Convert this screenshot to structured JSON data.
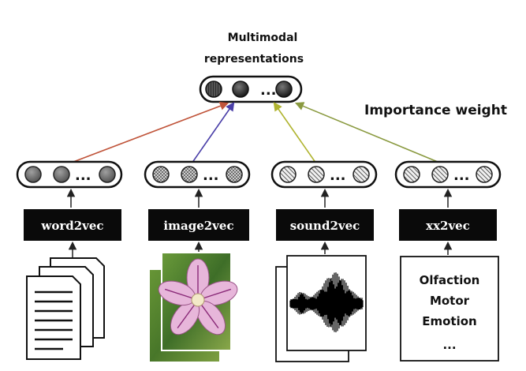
{
  "top": {
    "title_line1": "Multimodal",
    "title_line2": "representations",
    "ellipsis": "..."
  },
  "weight_label": "Importance weight",
  "modalities": [
    {
      "id": "word",
      "encoder": "word2vec",
      "node_style": "solid",
      "ellipsis": "...",
      "arrow_color": "#c0543a"
    },
    {
      "id": "image",
      "encoder": "image2vec",
      "node_style": "crosshatch",
      "ellipsis": "...",
      "arrow_color": "#4a3fa8"
    },
    {
      "id": "sound",
      "encoder": "sound2vec",
      "node_style": "hatch",
      "ellipsis": "...",
      "arrow_color": "#b0b430"
    },
    {
      "id": "other",
      "encoder": "xx2vec",
      "node_style": "hatch",
      "ellipsis": "...",
      "arrow_color": "#8a9a40"
    }
  ],
  "other_input": {
    "lines": [
      "Olfaction",
      "Motor",
      "Emotion",
      "..."
    ]
  },
  "icons": {
    "documents": "document-stack-icon",
    "image": "flower-photo-icon",
    "sound": "waveform-icon"
  }
}
